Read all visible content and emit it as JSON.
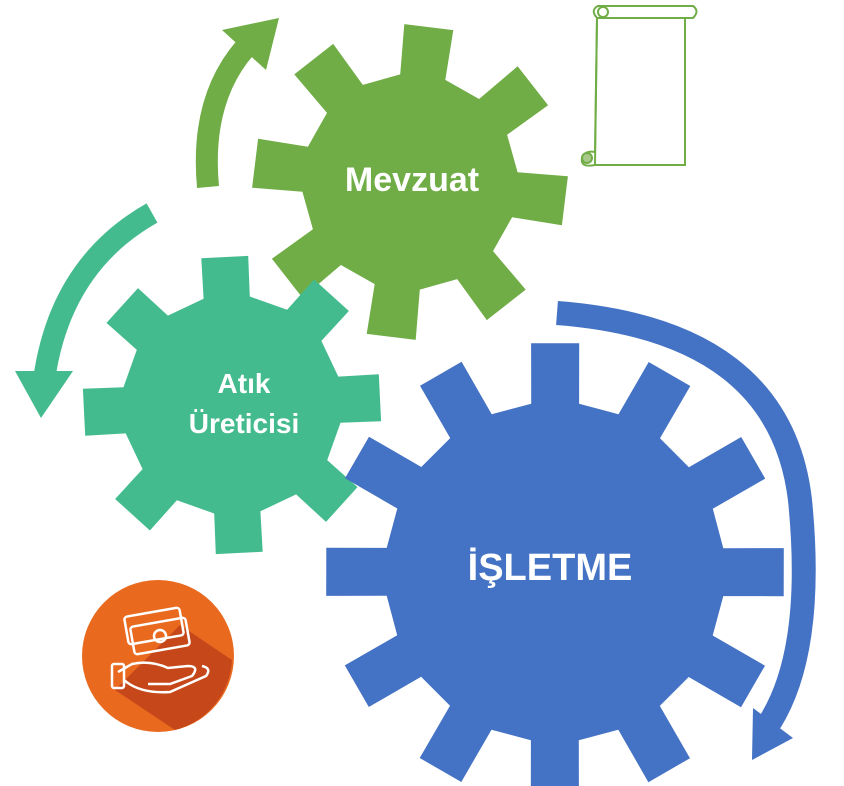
{
  "gears": {
    "mevzuat": {
      "label": "Mevzuat",
      "color": "#70AD47"
    },
    "atik_ureticisi": {
      "label_line1": "Atık",
      "label_line2": "Üreticisi",
      "color": "#43BB8F"
    },
    "isletme": {
      "label": "İŞLETME",
      "color": "#4472C4"
    }
  },
  "arrows": {
    "green": {
      "color": "#70AD47"
    },
    "teal": {
      "color": "#43BB8F"
    },
    "blue": {
      "color": "#4472C4"
    }
  },
  "icons": {
    "scroll": {
      "name": "scroll-icon",
      "color": "#70AD47"
    },
    "money_hand": {
      "name": "money-hand-icon",
      "color": "#E9691F",
      "shadow": "#C2451A"
    }
  }
}
